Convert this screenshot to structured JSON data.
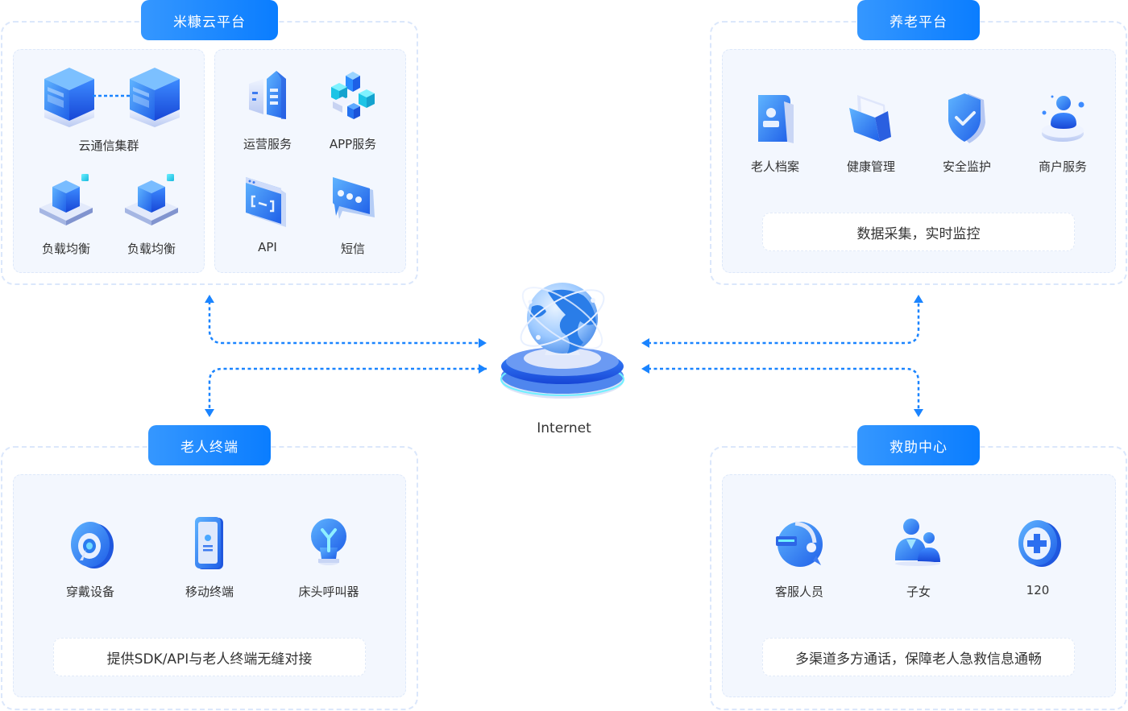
{
  "cloud_platform": {
    "title": "米糠云平台",
    "left_group": {
      "cluster_label": "云通信集群",
      "items": [
        {
          "label": "负载均衡",
          "icon": "load-balancer-icon"
        },
        {
          "label": "负载均衡",
          "icon": "load-balancer-icon"
        }
      ]
    },
    "right_group": {
      "items": [
        {
          "label": "运营服务",
          "icon": "operations-building-icon"
        },
        {
          "label": "APP服务",
          "icon": "app-blocks-icon"
        },
        {
          "label": "API",
          "icon": "api-window-icon"
        },
        {
          "label": "短信",
          "icon": "sms-bubble-icon"
        }
      ]
    }
  },
  "elderly_platform": {
    "title": "养老平台",
    "items": [
      {
        "label": "老人档案",
        "icon": "profile-book-icon"
      },
      {
        "label": "健康管理",
        "icon": "folder-icon"
      },
      {
        "label": "安全监护",
        "icon": "shield-check-icon"
      },
      {
        "label": "商户服务",
        "icon": "merchant-user-icon"
      }
    ],
    "note": "数据采集，实时监控"
  },
  "elderly_terminal": {
    "title": "老人终端",
    "items": [
      {
        "label": "穿戴设备",
        "icon": "wearable-device-icon"
      },
      {
        "label": "移动终端",
        "icon": "mobile-phone-icon"
      },
      {
        "label": "床头呼叫器",
        "icon": "bedside-caller-bulb-icon"
      }
    ],
    "note": "提供SDK/API与老人终端无缝对接"
  },
  "rescue_center": {
    "title": "救助中心",
    "items": [
      {
        "label": "客服人员",
        "icon": "customer-service-headset-icon"
      },
      {
        "label": "子女",
        "icon": "family-users-icon"
      },
      {
        "label": "120",
        "icon": "medical-cross-icon"
      }
    ],
    "note": "多渠道多方通话，保障老人急救信息通畅"
  },
  "hub": {
    "label": "Internet",
    "icon": "globe-icon"
  },
  "colors": {
    "accent": "#0a7dff",
    "accent_light": "#3597ff",
    "panel_border": "#dbe7fb",
    "inner_bg": "#f3f7fe",
    "connector": "#1a84ff"
  }
}
